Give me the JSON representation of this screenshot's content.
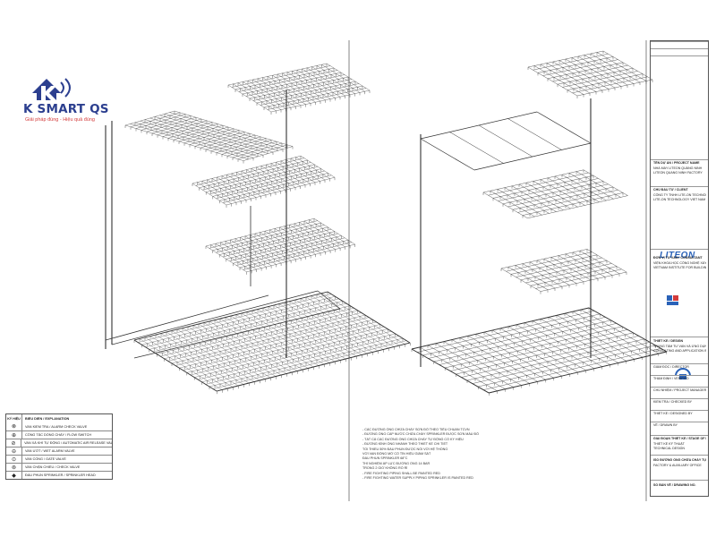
{
  "logo": {
    "brand": "K SMART QS",
    "slogan": "Giải pháp đúng - Hiệu quả đúng"
  },
  "legend": {
    "header_symbol": "KÝ HIỆU",
    "header_desc": "BIỂU DIỄN / EXPLANATION",
    "rows": [
      {
        "symbol": "⊗",
        "desc": "VAN KIỂM TRA / ALARM CHECK VALVE"
      },
      {
        "symbol": "⊕",
        "desc": "CÔNG TẮC DÒNG CHẢY / FLOW SWITCH"
      },
      {
        "symbol": "⊘",
        "desc": "VAN XẢ KHÍ TỰ ĐỘNG / AUTOMATIC AIR RELEASE VALVE"
      },
      {
        "symbol": "⊖",
        "desc": "VAN ƯỚT / WET ALARM VALVE"
      },
      {
        "symbol": "⊙",
        "desc": "VAN CỔNG / GATE VALVE"
      },
      {
        "symbol": "⊚",
        "desc": "VAN CHẶN CHIỀU / CHECK VALVE"
      },
      {
        "symbol": "◆",
        "desc": "ĐẦU PHUN SPRINKLER / SPRINKLER HEAD"
      }
    ]
  },
  "notes": [
    "- CÁC ĐƯỜNG ỐNG CHỮA CHÁY SƠN ĐỎ THEO TIÊU CHUẨN TCVN",
    "- ĐƯỜNG ỐNG CẤP NƯỚC CHỮA CHÁY SPRINKLER ĐƯỢC SƠN MÀU ĐỎ",
    "- TẤT CẢ CÁC ĐƯỜNG ỐNG CHỮA CHÁY TỰ ĐỘNG CÓ KÝ HIỆU",
    "- ĐƯỜNG KÍNH ỐNG NHÁNH THEO THIẾT KẾ CHI TIẾT",
    "  TỐI THIỂU 50% ĐẦU PHUN ĐƯỢC NỐI VỚI HỆ THỐNG",
    "  VỚI VAN ĐÓNG MỞ CÓ TÍN HIỆU GIÁM SÁT",
    "  ĐẦU PHUN SPRINKLER 68°C",
    "  THÍ NGHIỆM ÁP LỰC ĐƯỜNG ỐNG 14 BAR",
    "  TRONG 2 GIỜ KHÔNG RÒ RỈ",
    "- FIRE FIGHTING PIPING SHALL BE PAINTED RED",
    "- FIRE FIGHTING WATER SUPPLY PIPING SPRINKLER IS PAINTED RED"
  ],
  "title_block": {
    "project_label": "TÊN DỰ ÁN / PROJECT NAME",
    "project": "NHÀ MÁY LITEON QUẢNG NINH",
    "project_en": "LITEON QUANG NINH FACTORY",
    "client_label": "CHỦ ĐẦU TƯ / CLIENT",
    "client": "CÔNG TY TNHH LITE-ON TECHNOLOGY VIỆT NAM",
    "client_en": "LITE-ON TECHNOLOGY VIET NAM COMPANY LIMITED",
    "client_logo": "LITEON",
    "consultant_label": "ĐƠN VỊ TƯ VẤN / CONSULTANT",
    "consultant": "VIỆN KHOA HỌC CÔNG NGHỆ XÂY DỰNG",
    "consultant_en": "VIETNAM INSTITUTE FOR BUILDING SCIENCE AND TECHNOLOGY",
    "designer_label": "THIẾT KẾ / DESIGN",
    "designer": "TRUNG TÂM TƯ VẤN VÀ ỨNG DỤNG",
    "designer_en": "CONSULTING AND APPLICATION IN CONSTRUCTION",
    "roles": [
      "GIÁM ĐỐC / DIRECTOR",
      "THẨM ĐỊNH / VERIFIED",
      "CHỦ NHIỆM / PROJECT MANAGER",
      "KIỂM TRA / CHECKED BY",
      "THIẾT KẾ / DESIGNED BY",
      "VẼ / DRAWN BY"
    ],
    "stage_label": "GIAI ĐOẠN THIẾT KẾ / STAGE OF DESIGN",
    "stage": "THIẾT KẾ KỸ THUẬT",
    "stage_en": "TECHNICAL DESIGN",
    "drawing_title": "ISO ĐƯỜNG ỐNG CHỮA CHÁY TỰ ĐỘNG",
    "drawing_title_en": "FACTORY & AUXILIARY OFFICE",
    "drawing_no_label": "SỐ BẢN VẼ / DRAWING NO."
  }
}
